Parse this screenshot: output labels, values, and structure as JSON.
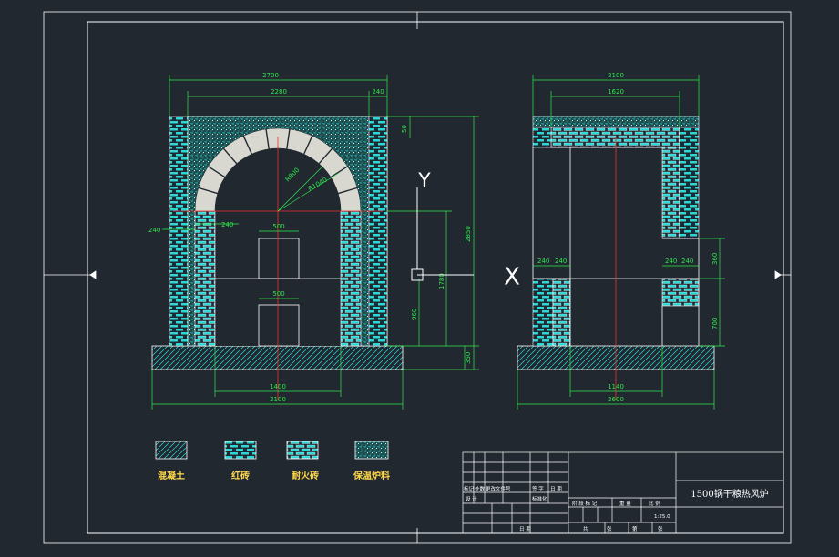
{
  "drawing": {
    "title": "1500锅干粮热风炉",
    "colors": {
      "background": "#212830",
      "frame": "#ffffff",
      "dimension": "#2ee84a",
      "hatch": "#29d9d9",
      "centerline": "#e8342e",
      "legend_text": "#ffd84a"
    }
  },
  "front_view": {
    "dims": {
      "overall_top": "2700",
      "inner_top": "2280",
      "side_top": "240",
      "top_thickness": "50",
      "height_total": "2850",
      "height_mid": "1780",
      "height_low": "960",
      "base": "350",
      "left_side": "240",
      "inner_left": "240",
      "opening_upper": "500",
      "opening_lower": "500",
      "bottom_inner": "1400",
      "bottom_overall": "2100",
      "radius_a": "R800",
      "radius_b": "R1040"
    }
  },
  "side_view": {
    "dims": {
      "overall_top": "2100",
      "inner_top": "1620",
      "left_a": "240",
      "left_b": "240",
      "right_a": "240",
      "right_b": "240",
      "right_small": "360",
      "right_lower": "700",
      "bottom_inner": "1140",
      "bottom_overall": "2600"
    }
  },
  "axis_labels": {
    "y": "Y",
    "x": "X"
  },
  "legend": [
    {
      "label": "混凝土",
      "icon": "concrete-hatch-icon"
    },
    {
      "label": "红砖",
      "icon": "red-brick-icon"
    },
    {
      "label": "耐火砖",
      "icon": "firebrick-icon"
    },
    {
      "label": "保温炉料",
      "icon": "insulation-icon"
    }
  ],
  "title_block": {
    "row1": [
      "标记",
      "处数",
      "更改文件号",
      "签 字",
      "日 期"
    ],
    "row2": [
      "设 计",
      "标准化"
    ],
    "row3": [
      "阶 段 标 记",
      "重 量",
      "比 例"
    ],
    "scale": "1:25.0",
    "row4": [
      "共",
      "张",
      "第",
      "张"
    ],
    "approve": "日 期"
  }
}
